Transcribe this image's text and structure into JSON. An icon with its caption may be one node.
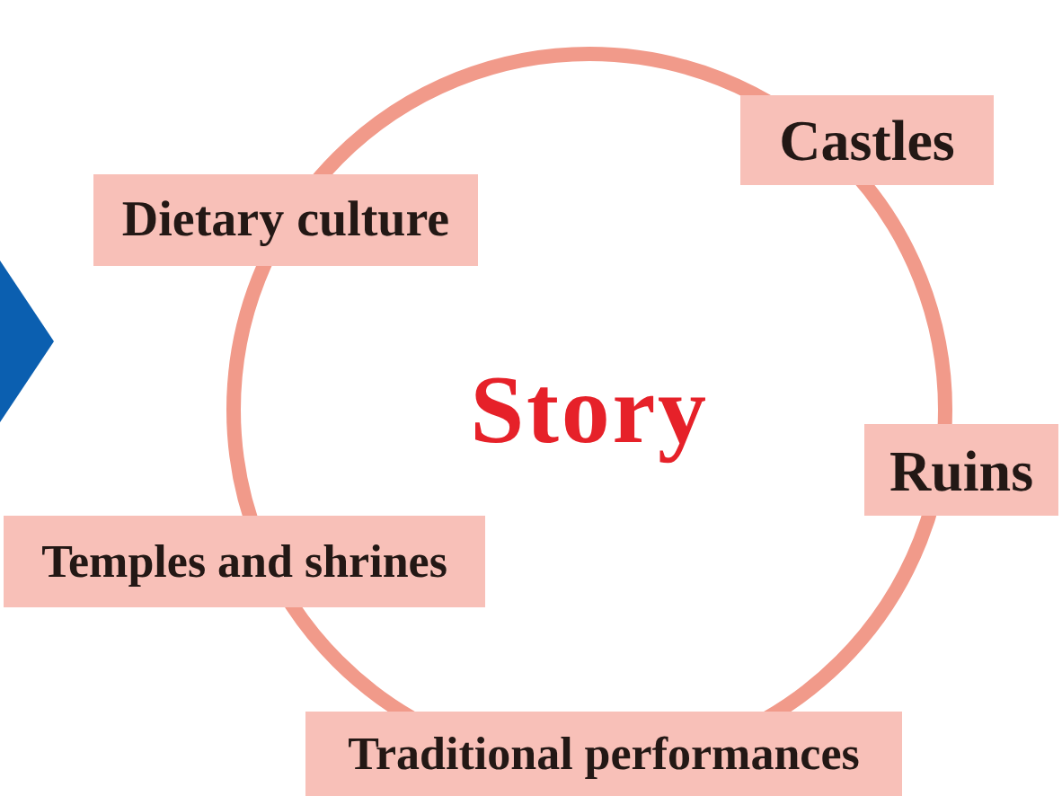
{
  "diagram": {
    "nodes": [
      {
        "text": [
          "Castles"
        ]
      },
      {
        "text": [
          "Dietary culture"
        ]
      },
      {
        "text": [
          "Story"
        ]
      },
      {
        "text": [
          "Ruins"
        ]
      },
      {
        "text": [
          "Temples and shrines"
        ]
      },
      {
        "text": [
          "Traditional performances"
        ]
      }
    ]
  }
}
